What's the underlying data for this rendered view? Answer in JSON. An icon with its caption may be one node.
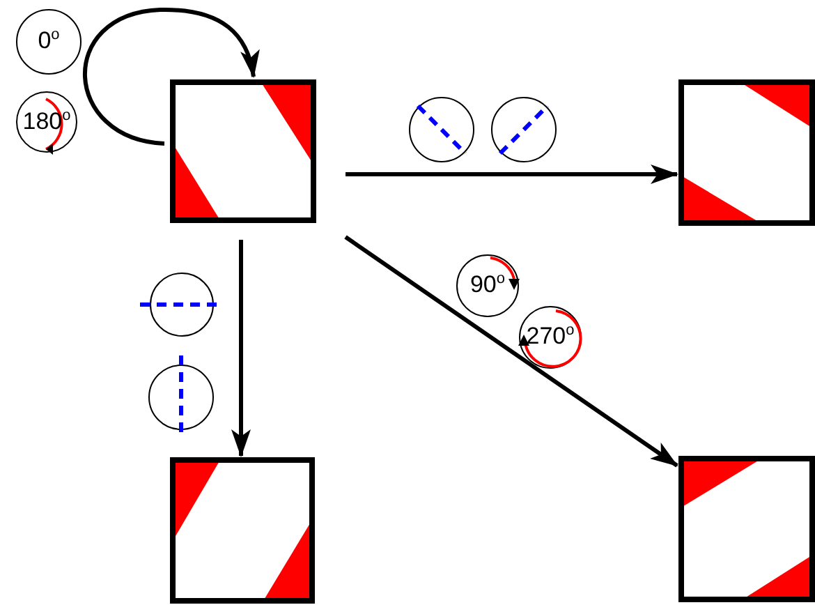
{
  "diagram": {
    "nodes": [
      {
        "text": [
          "0$^{o}$"
        ]
      },
      {
        "text": [
          "180$^{o}$"
        ]
      },
      {
        "text": [],
        "shape": "box"
      },
      {
        "text": [],
        "shape": "circle"
      },
      {
        "text": [],
        "shape": "circle"
      },
      {
        "text": [],
        "shape": "box"
      },
      {
        "text": [],
        "shape": "circle"
      },
      {
        "text": [],
        "shape": "circle"
      },
      {
        "text": [
          "90$^{o}$"
        ]
      },
      {
        "text": [
          "270$^{o}$"
        ]
      },
      {
        "text": [],
        "shape": "box"
      },
      {
        "text": [],
        "shape": "box"
      }
    ],
    "edges": [
      {
        "from": 2,
        "to": 2,
        "arrow": "to"
      },
      {
        "from": 2,
        "to": 5,
        "arrow": "to"
      },
      {
        "from": 2,
        "to": 10,
        "arrow": "to"
      },
      {
        "from": 2,
        "to": 11,
        "arrow": "to"
      }
    ]
  }
}
